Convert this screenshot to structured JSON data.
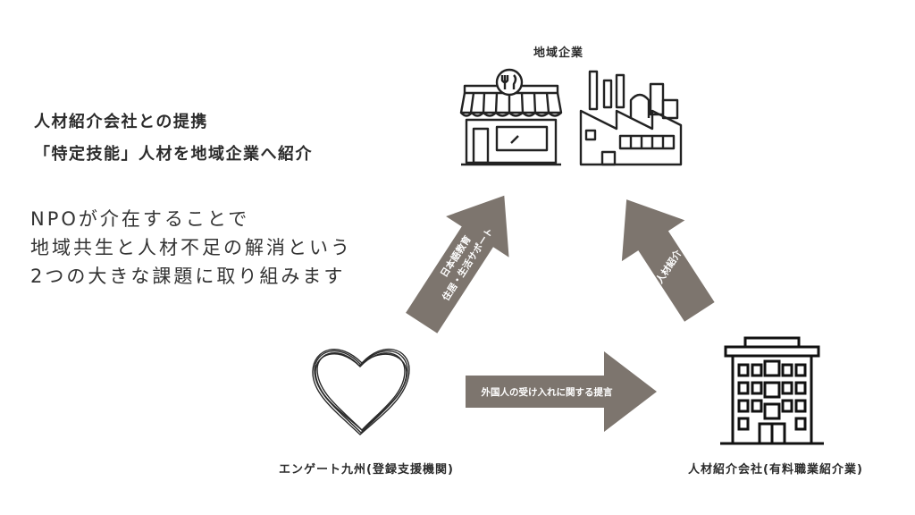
{
  "headings": [
    "人材紹介会社との提携",
    "「特定技能」人材を地域企業へ紹介"
  ],
  "description": [
    "NPOが介在することで",
    "地域共生と人材不足の解消という",
    "2つの大きな課題に取り組みます"
  ],
  "nodes": {
    "company": "地域企業",
    "npo": "エンゲート九州(登録支援機関)",
    "agency": "人材紹介会社(有料職業紹介業)"
  },
  "arrows": {
    "npo_to_company": [
      "日本語教育",
      "住居・生活サポート"
    ],
    "npo_to_agency": "外国人の受け入れに関する提言",
    "agency_to_company": "人材紹介"
  },
  "colors": {
    "arrow": "#7d756e",
    "ink": "#222222",
    "text": "#2b2b2b"
  }
}
